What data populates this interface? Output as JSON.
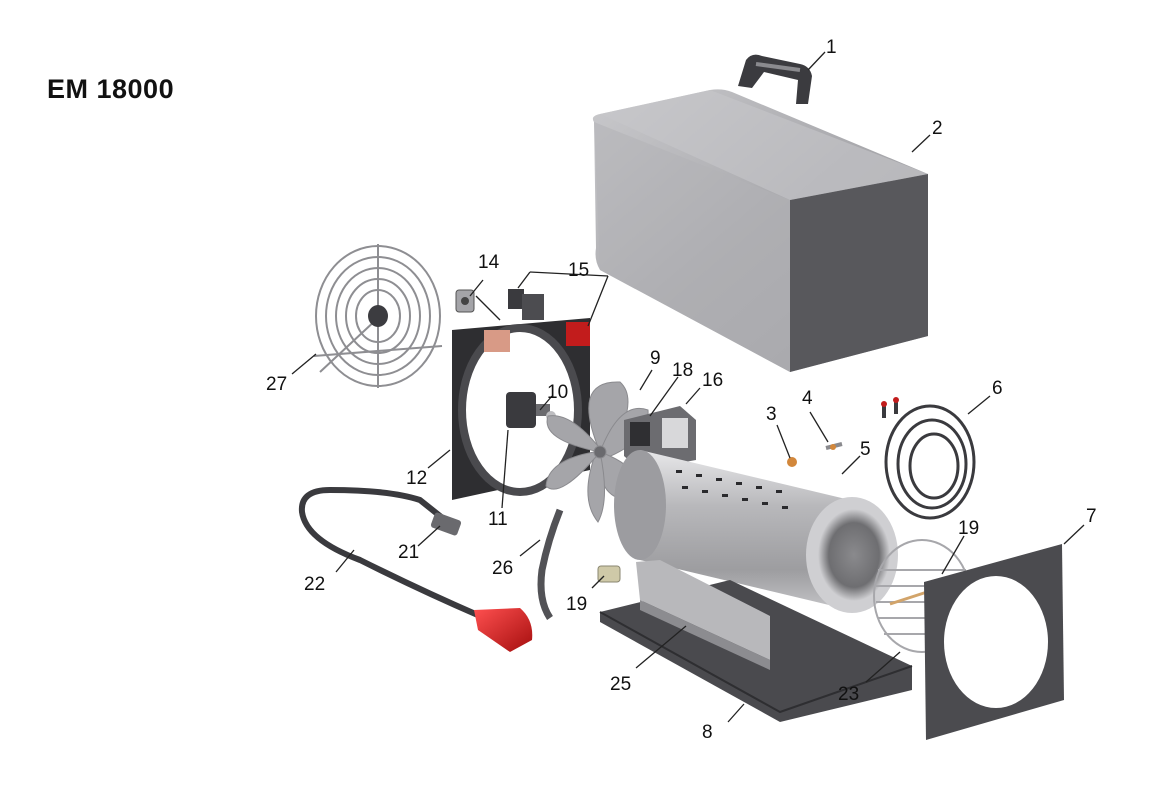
{
  "title": "EM 18000",
  "callouts": {
    "c1": "1",
    "c2": "2",
    "c3": "3",
    "c4": "4",
    "c5": "5",
    "c6": "6",
    "c7": "7",
    "c8": "8",
    "c9": "9",
    "c10": "10",
    "c11": "11",
    "c12": "12",
    "c14": "14",
    "c15": "15",
    "c16": "16",
    "c18": "18",
    "c19a": "19",
    "c19b": "19",
    "c21": "21",
    "c22": "22",
    "c23": "23",
    "c25": "25",
    "c26": "26",
    "c27": "27"
  }
}
